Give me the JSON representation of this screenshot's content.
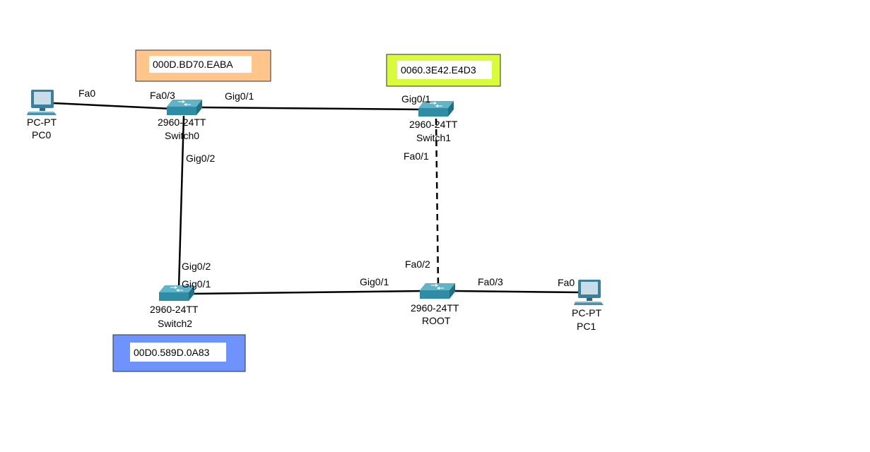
{
  "colors": {
    "background": "#ffffff",
    "link": "#000000",
    "switch_top": "#5fb4c8",
    "switch_body": "#2e8da5",
    "switch_dark": "#1f6f85",
    "pc_screen": "#c9dde8",
    "pc_body": "#3a7f9c",
    "note_orange": "#ffc58a",
    "note_lime": "#d8fb3c",
    "note_blue": "#6e93ff",
    "note_border": "#333333",
    "note_label_bg": "#ffffff"
  },
  "notes": [
    {
      "id": "note-switch0",
      "text": "000D.BD70.EABA",
      "color_key": "note_orange"
    },
    {
      "id": "note-switch1",
      "text": "0060.3E42.E4D3",
      "color_key": "note_lime"
    },
    {
      "id": "note-switch2",
      "text": "00D0.589D.0A83",
      "color_key": "note_blue"
    }
  ],
  "devices": {
    "pc0": {
      "type_label": "PC-PT",
      "name": "PC0",
      "icon": "pc-icon"
    },
    "pc1": {
      "type_label": "PC-PT",
      "name": "PC1",
      "icon": "pc-icon"
    },
    "switch0": {
      "type_label": "2960-24TT",
      "name": "Switch0",
      "icon": "switch-icon"
    },
    "switch1": {
      "type_label": "2960-24TT",
      "name": "Switch1",
      "icon": "switch-icon"
    },
    "switch2": {
      "type_label": "2960-24TT",
      "name": "Switch2",
      "icon": "switch-icon"
    },
    "root": {
      "type_label": "2960-24TT",
      "name": "ROOT",
      "icon": "switch-icon"
    }
  },
  "links": [
    {
      "id": "pc0-switch0",
      "from_port": "Fa0",
      "to_port": "Fa0/3",
      "style": "solid"
    },
    {
      "id": "switch0-switch1",
      "from_port": "Gig0/1",
      "to_port": "Gig0/1",
      "style": "solid"
    },
    {
      "id": "switch0-switch2",
      "from_port": "Gig0/2",
      "to_port": "Gig0/2",
      "style": "solid"
    },
    {
      "id": "switch1-root",
      "from_port": "Fa0/1",
      "to_port": "Fa0/2",
      "style": "dashed"
    },
    {
      "id": "switch2-root",
      "from_port": "Gig0/1",
      "to_port": "Gig0/1",
      "style": "solid"
    },
    {
      "id": "root-pc1",
      "from_port": "Fa0/3",
      "to_port": "Fa0",
      "style": "solid"
    }
  ]
}
